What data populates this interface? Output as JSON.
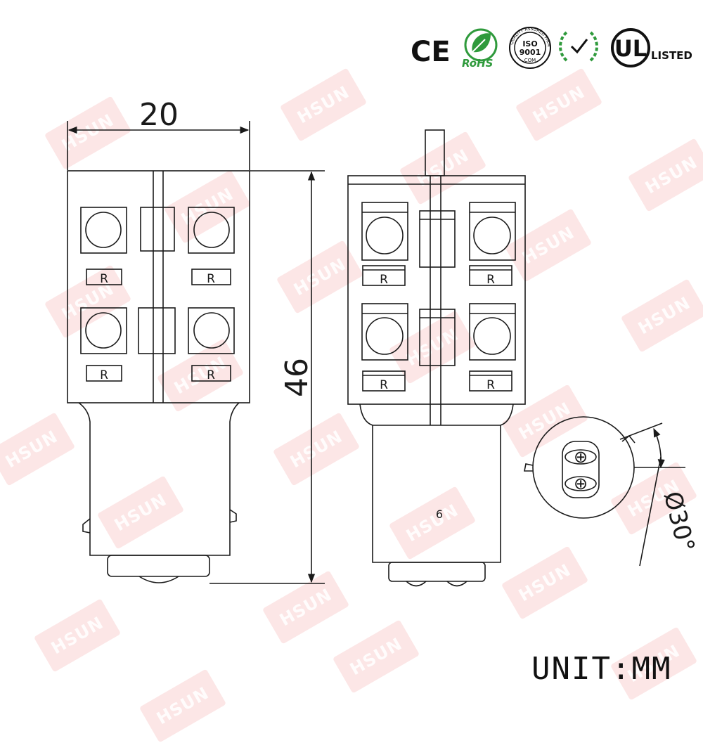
{
  "certifications": {
    "ce": "CE",
    "rohs": "RoHS",
    "iso_lines": [
      "ISO",
      "9001"
    ],
    "iso_ring": "QUALITY ASSURED FIRM",
    "iso_sub": "COM",
    "ul": "UL",
    "listed": "LISTED"
  },
  "dimensions": {
    "width": "20",
    "height": "46",
    "diameter": "Ø30°"
  },
  "led_mark": "R",
  "pin_mark": "6",
  "polarity_mark": "⊕",
  "unit_label": "UNIT:MM",
  "watermark": "HSUN",
  "colors": {
    "line": "#1a1a1a",
    "rohs_green": "#2f9a3c",
    "watermark": "#f28c8c"
  }
}
